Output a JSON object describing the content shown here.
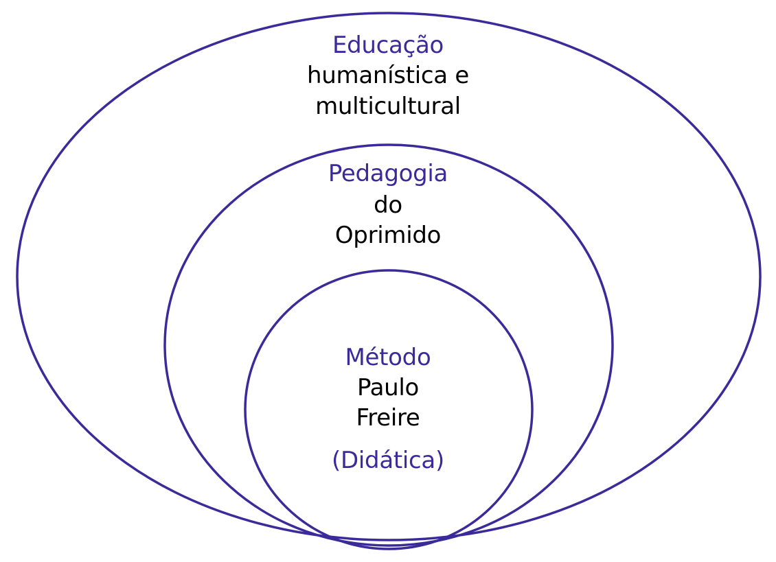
{
  "colors": {
    "accent": "#3b2a9a",
    "text": "#000000",
    "background": "#ffffff"
  },
  "outer": {
    "heading": "Educação",
    "line1": "humanística e",
    "line2": "multicultural"
  },
  "middle": {
    "heading": "Pedagogia",
    "line1": "do",
    "line2": "Oprimido"
  },
  "inner": {
    "heading": "Método",
    "line1": "Paulo",
    "line2": "Freire",
    "note": "(Didática)"
  }
}
